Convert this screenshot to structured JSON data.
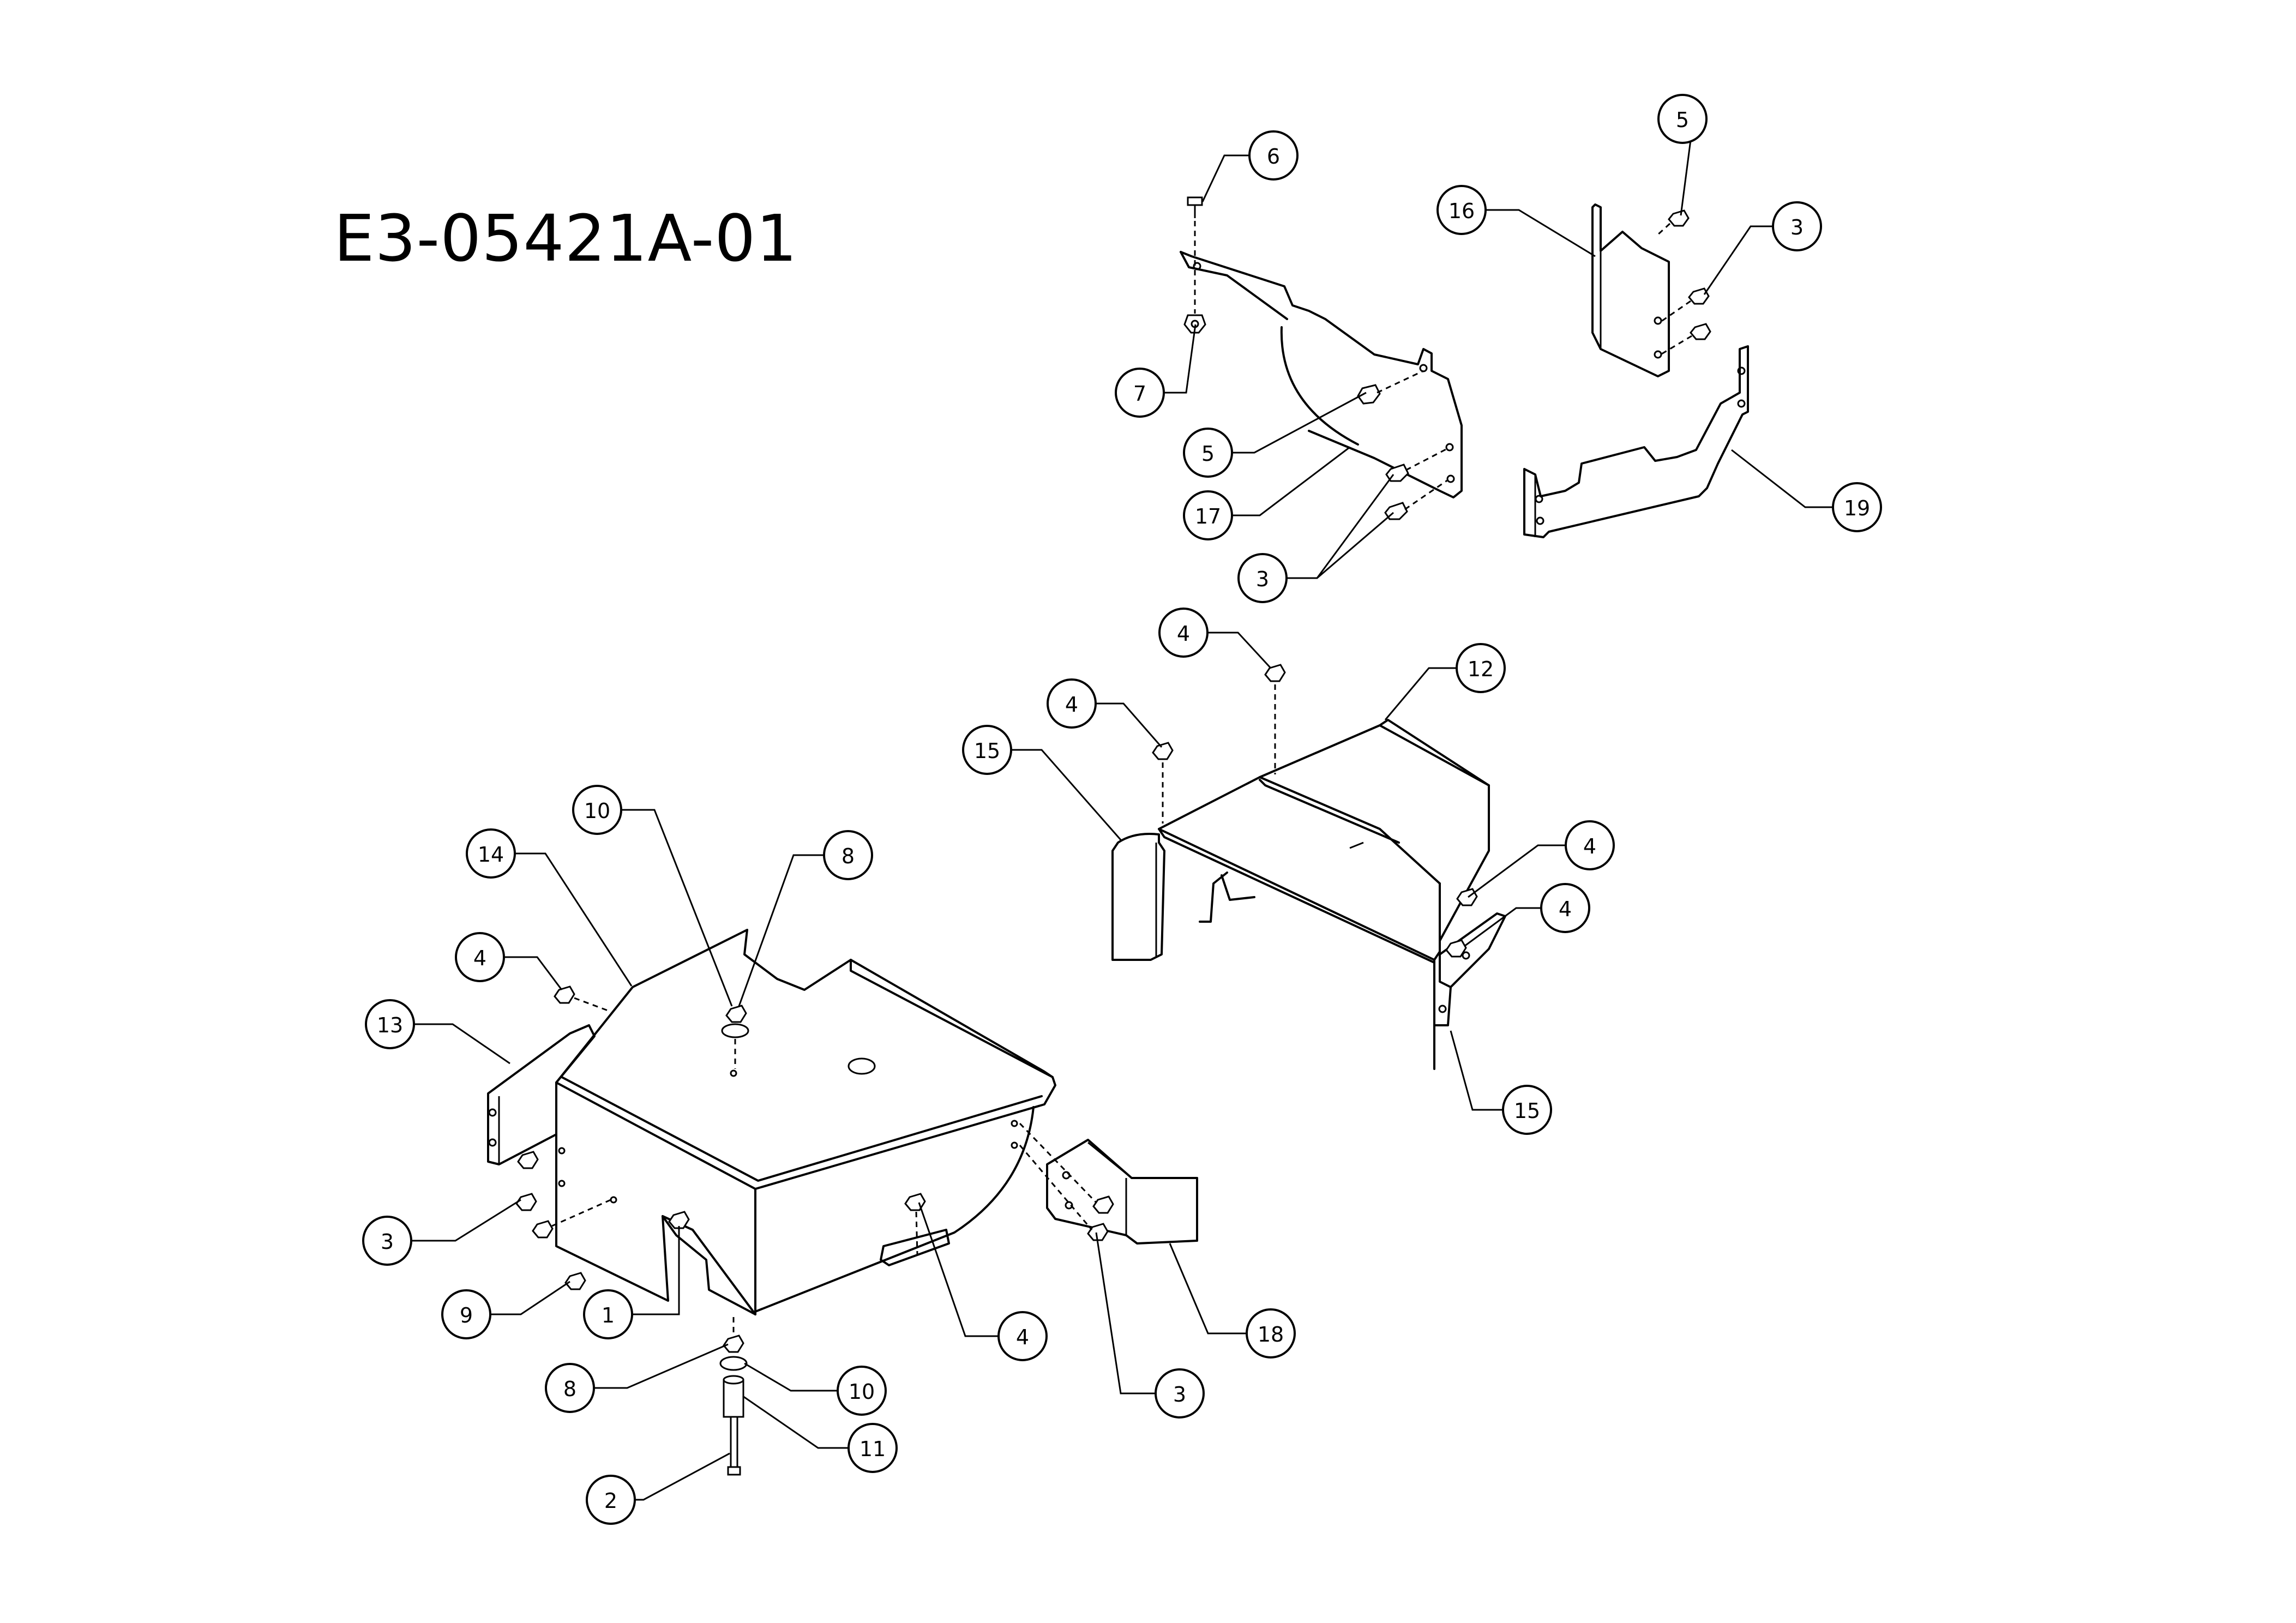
{
  "title": "E3-05421A-01",
  "colors": {
    "line": "#000000",
    "background": "#ffffff"
  },
  "callouts": [
    {
      "id": "c6",
      "label": "6"
    },
    {
      "id": "c7",
      "label": "7"
    },
    {
      "id": "c5a",
      "label": "5"
    },
    {
      "id": "c17",
      "label": "17"
    },
    {
      "id": "c3a",
      "label": "3"
    },
    {
      "id": "c5b",
      "label": "5"
    },
    {
      "id": "c16",
      "label": "16"
    },
    {
      "id": "c3b",
      "label": "3"
    },
    {
      "id": "c19",
      "label": "19"
    },
    {
      "id": "c4a",
      "label": "4"
    },
    {
      "id": "c4b",
      "label": "4"
    },
    {
      "id": "c12",
      "label": "12"
    },
    {
      "id": "c15a",
      "label": "15"
    },
    {
      "id": "c4c",
      "label": "4"
    },
    {
      "id": "c4d",
      "label": "4"
    },
    {
      "id": "c15b",
      "label": "15"
    },
    {
      "id": "c10a",
      "label": "10"
    },
    {
      "id": "c8a",
      "label": "8"
    },
    {
      "id": "c14",
      "label": "14"
    },
    {
      "id": "c4e",
      "label": "4"
    },
    {
      "id": "c13",
      "label": "13"
    },
    {
      "id": "c3c",
      "label": "3"
    },
    {
      "id": "c9",
      "label": "9"
    },
    {
      "id": "c1",
      "label": "1"
    },
    {
      "id": "c4f",
      "label": "4"
    },
    {
      "id": "c18",
      "label": "18"
    },
    {
      "id": "c3d",
      "label": "3"
    },
    {
      "id": "c8b",
      "label": "8"
    },
    {
      "id": "c10b",
      "label": "10"
    },
    {
      "id": "c11",
      "label": "11"
    },
    {
      "id": "c2",
      "label": "2"
    }
  ]
}
